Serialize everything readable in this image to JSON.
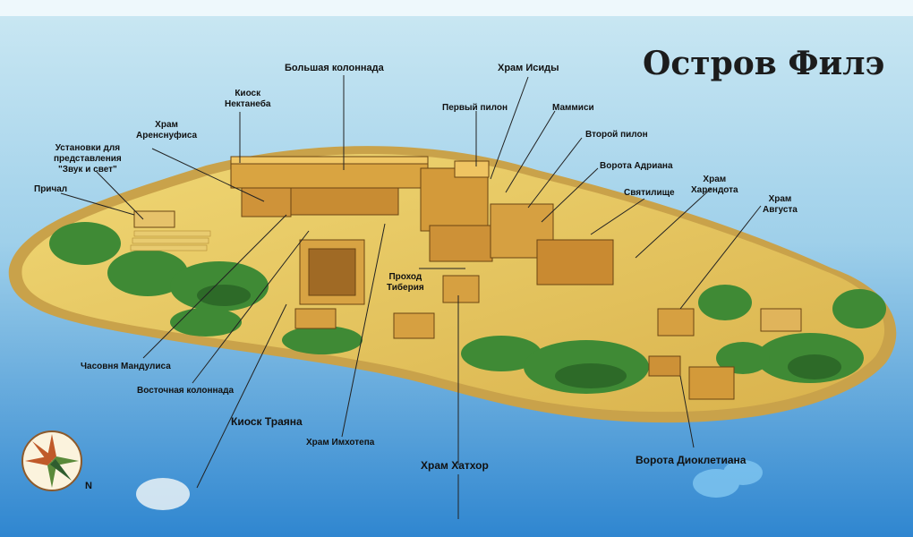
{
  "title": "Остров Филэ",
  "labels": {
    "bolshaya_kolonnada": "Большая колоннада",
    "hram_isidy": "Храм Исиды",
    "kiosk_nektaneba": "Киоск\nНектанеба",
    "pervyi_pilon": "Первый пилон",
    "mammisi": "Маммиси",
    "hram_arensnufisa": "Храм\nАренснуфиса",
    "vtoroi_pilon": "Второй пилон",
    "ustanovki": "Установки для\nпредставления\n\"Звук и свет\"",
    "vorota_adriana": "Ворота Адриана",
    "hram_harendota": "Храм\nХарендота",
    "prichal": "Причал",
    "svyatilishe": "Святилище",
    "hram_avgusta": "Храм\nАвгуста",
    "prohod_tiberiya": "Проход\nТиберия",
    "chasovnya_mandulisa": "Часовня Мандулиса",
    "vostochnaya_kolonnada": "Восточная колоннада",
    "kiosk_trayana": "Киоск Траяна",
    "hram_imhotepa": "Храм Имхотепа",
    "hram_hathor": "Храм Хатхор",
    "vorota_diokletiana": "Ворота Диоклетиана"
  },
  "compass": {
    "north_label": "N"
  },
  "colors": {
    "water_deep": "#3f8fd2",
    "water_light": "#b6ddef",
    "island_sand": "#e6c25a",
    "island_shore": "#c9a24a",
    "vegetation": "#3f8a35",
    "building": "#d39a3a"
  }
}
